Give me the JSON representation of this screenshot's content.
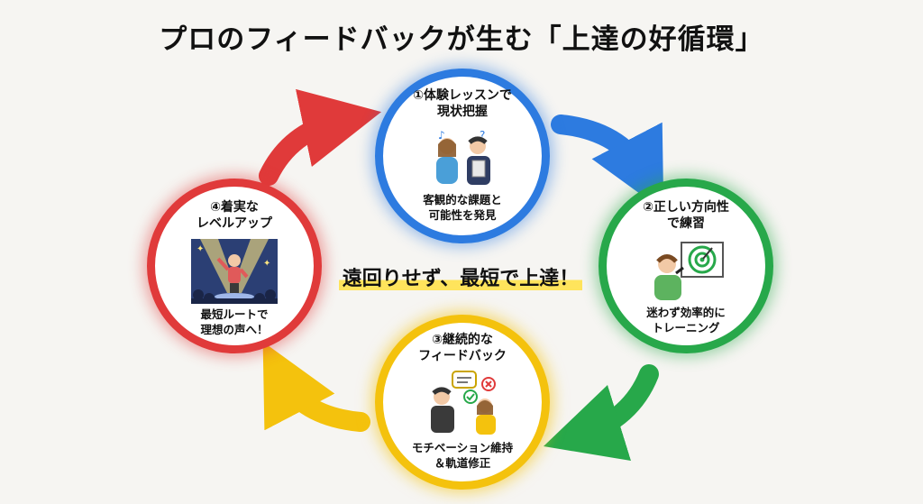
{
  "title": "プロのフィードバックが生む「上達の好循環」",
  "center_message": "遠回りせず、最短で上達！",
  "steps": [
    {
      "title_line1": "①体験レッスンで",
      "title_line2": "現状把握",
      "desc_line1": "客観的な課題と",
      "desc_line2": "可能性を発見",
      "color": "#2d7be0"
    },
    {
      "title_line1": "②正しい方向性",
      "title_line2": "で練習",
      "desc_line1": "迷わず効率的に",
      "desc_line2": "トレーニング",
      "color": "#27a84a"
    },
    {
      "title_line1": "③継続的な",
      "title_line2": "フィードバック",
      "desc_line1": "モチベーション維持",
      "desc_line2": "＆軌道修正",
      "color": "#f4c20d"
    },
    {
      "title_line1": "④着実な",
      "title_line2": "レベルアップ",
      "desc_line1": "最短ルートで",
      "desc_line2": "理想の声へ！",
      "color": "#e03a3a"
    }
  ],
  "icons": [
    "teacher-student-icon",
    "target-practice-icon",
    "feedback-chat-icon",
    "stage-singer-icon"
  ]
}
